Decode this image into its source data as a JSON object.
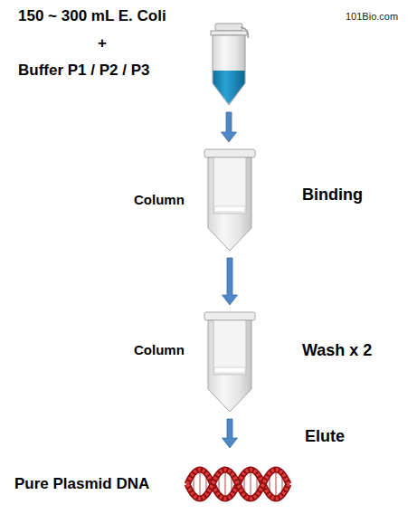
{
  "diagram": {
    "nodes": [
      {
        "text": [
          "150 ~ 300 mL E. Coli",
          "+",
          "Buffer P1 / P2 / P3"
        ]
      },
      {
        "text": [
          "Column",
          "Binding"
        ]
      },
      {
        "text": [
          "Column",
          "Wash x 2"
        ]
      },
      {
        "text": [
          "Pure Plasmid DNA"
        ]
      }
    ],
    "edges": [
      {
        "from": 0,
        "to": 1,
        "arrow": "to"
      },
      {
        "from": 1,
        "to": 2,
        "arrow": "to"
      },
      {
        "from": 2,
        "to": 3,
        "label": "Elute",
        "arrow": "to"
      }
    ],
    "labels": [
      "101Bio.com"
    ]
  }
}
